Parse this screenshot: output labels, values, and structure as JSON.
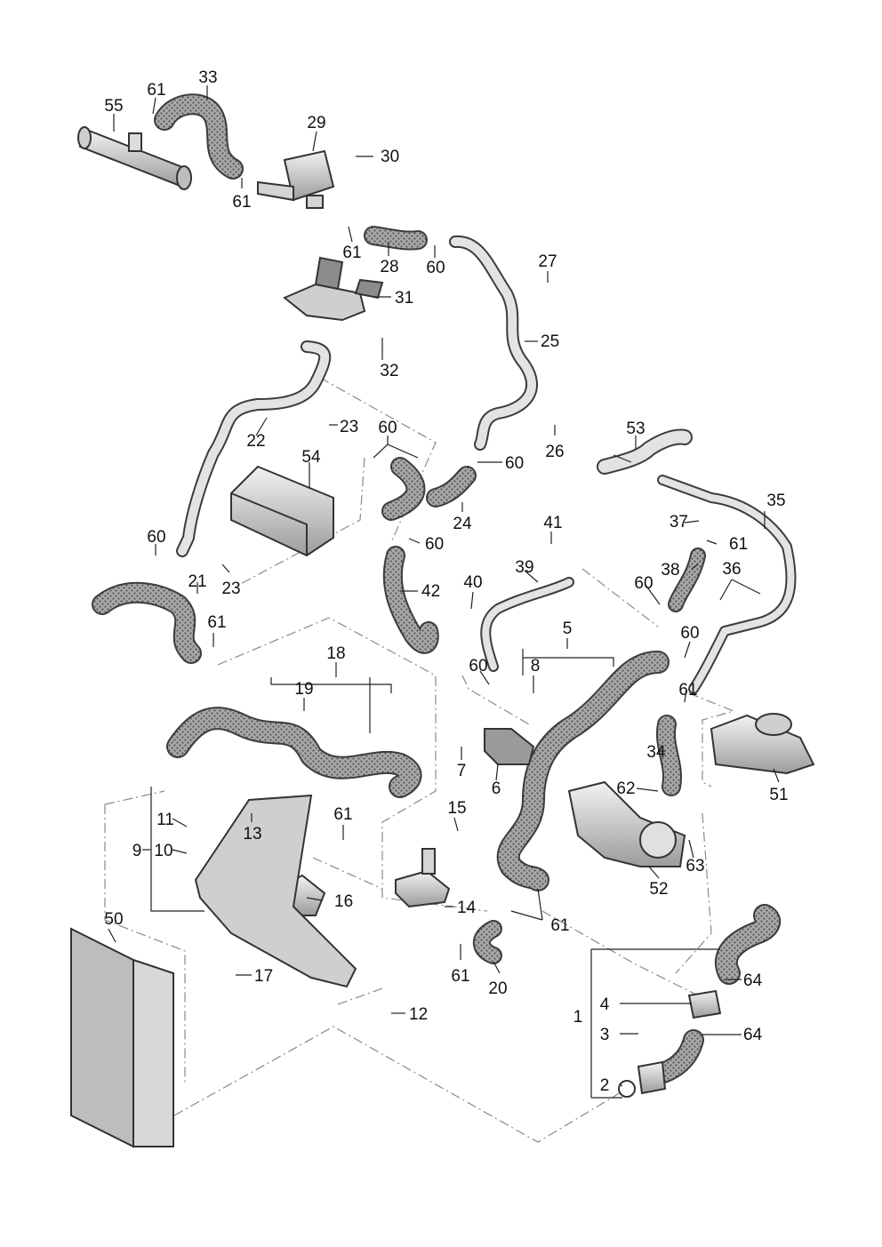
{
  "diagram": {
    "colors": {
      "hose_fill": "#a6a6a6",
      "hose_dots": "#4a4a4a",
      "part_fill": "#d6d6d6",
      "line": "#222222",
      "dash": "#8a8a8a"
    },
    "labels": {
      "l1": "1",
      "l2": "2",
      "l3": "3",
      "l4": "4",
      "l5": "5",
      "l6": "6",
      "l7": "7",
      "l8": "8",
      "l9": "9",
      "l10": "10",
      "l11": "11",
      "l12": "12",
      "l13": "13",
      "l14": "14",
      "l15": "15",
      "l16": "16",
      "l17": "17",
      "l18": "18",
      "l19": "19",
      "l20": "20",
      "l21": "21",
      "l22": "22",
      "l23a": "23",
      "l23b": "23",
      "l24": "24",
      "l25": "25",
      "l26": "26",
      "l27": "27",
      "l28": "28",
      "l29": "29",
      "l30": "30",
      "l31": "31",
      "l32": "32",
      "l33": "33",
      "l34": "34",
      "l35": "35",
      "l36": "36",
      "l37": "37",
      "l38": "38",
      "l39": "39",
      "l40": "40",
      "l41": "41",
      "l42": "42",
      "l50": "50",
      "l51": "51",
      "l52": "52",
      "l53": "53",
      "l54": "54",
      "l55": "55",
      "l60a": "60",
      "l60b": "60",
      "l60c": "60",
      "l60d": "60",
      "l60e": "60",
      "l60f": "60",
      "l60g": "60",
      "l60h": "60",
      "l61a": "61",
      "l61b": "61",
      "l61c": "61",
      "l61d": "61",
      "l61e": "61",
      "l61f": "61",
      "l61g": "61",
      "l61h": "61",
      "l61i": "61",
      "l62": "62",
      "l63": "63",
      "l64a": "64",
      "l64b": "64"
    }
  }
}
